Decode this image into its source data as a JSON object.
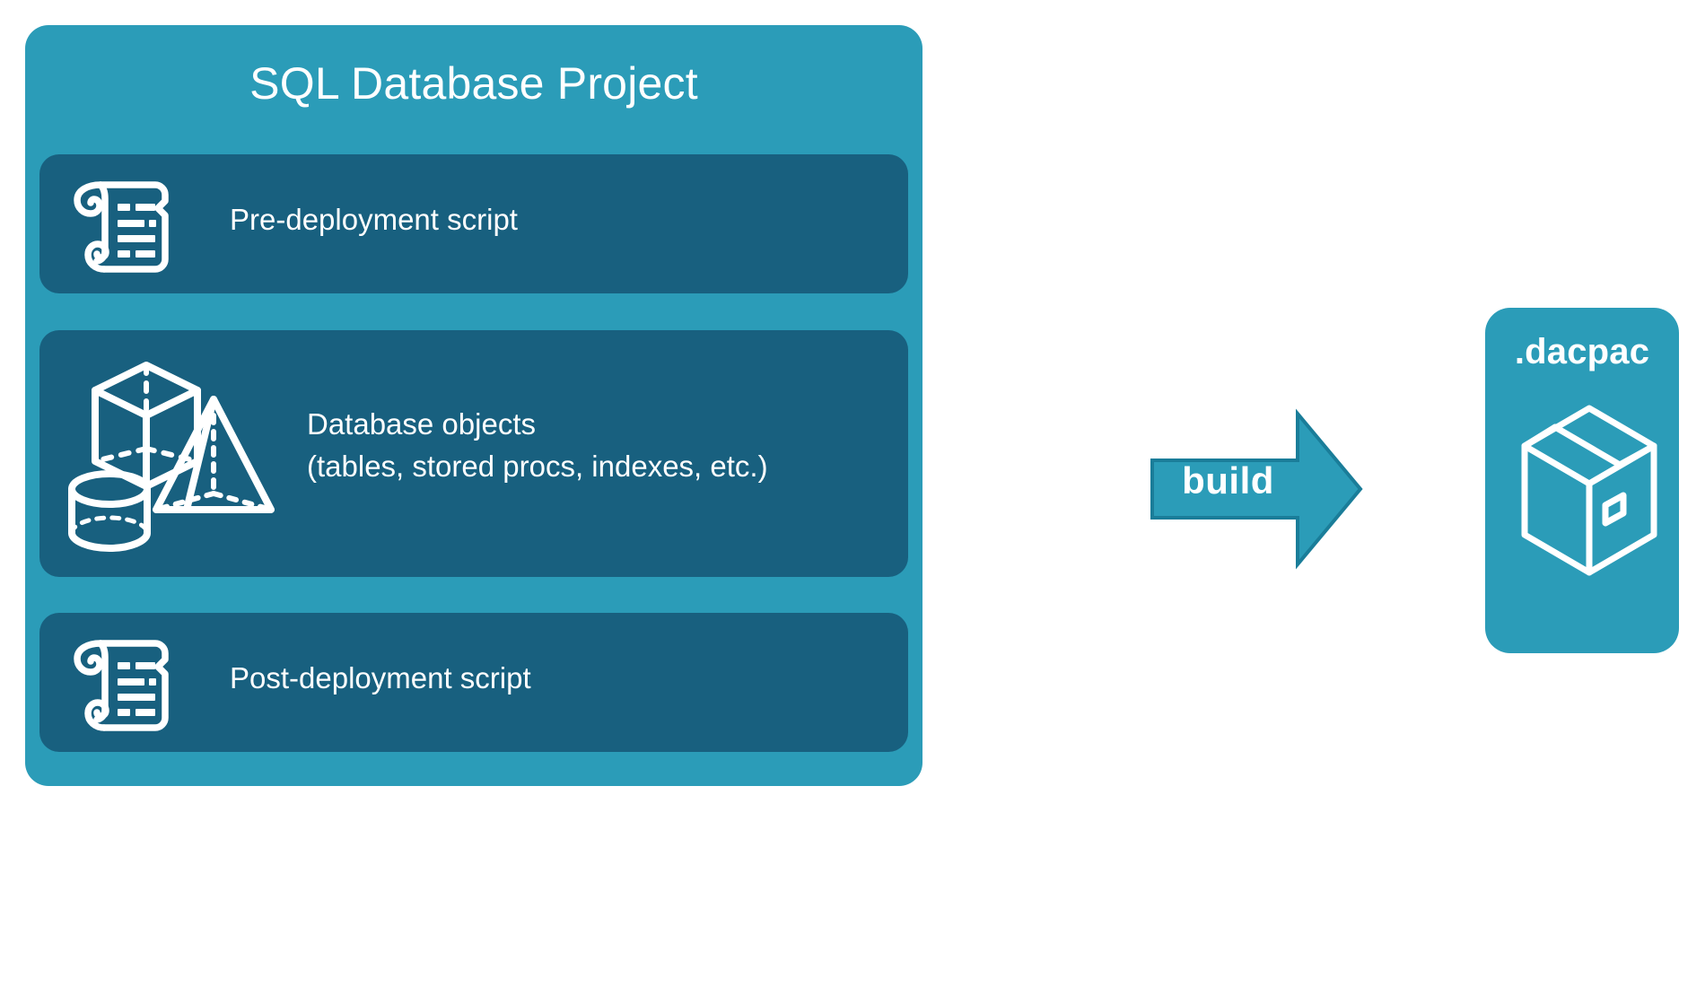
{
  "diagram": {
    "title": "SQL Database Project",
    "background_color": "#ffffff",
    "accent_color": "#2b9cb8",
    "panel_color": "#18607f",
    "text_color": "#ffffff"
  },
  "project": {
    "title": "SQL Database Project",
    "rows": [
      {
        "id": "pre-deployment",
        "label": "Pre-deployment script",
        "icon": "scroll-icon"
      },
      {
        "id": "database-objects",
        "label": "Database objects\n(tables, stored procs, indexes, etc.)",
        "icon": "shapes-icon"
      },
      {
        "id": "post-deployment",
        "label": "Post-deployment script",
        "icon": "scroll-icon"
      }
    ]
  },
  "flow": {
    "arrow_label": "build",
    "arrow_icon": "arrow-right-icon",
    "arrow_fill": "#2b9cb8",
    "arrow_stroke": "#1a7d99"
  },
  "output": {
    "title": ".dacpac",
    "icon": "package-box-icon",
    "fill": "#2b9cb8"
  }
}
